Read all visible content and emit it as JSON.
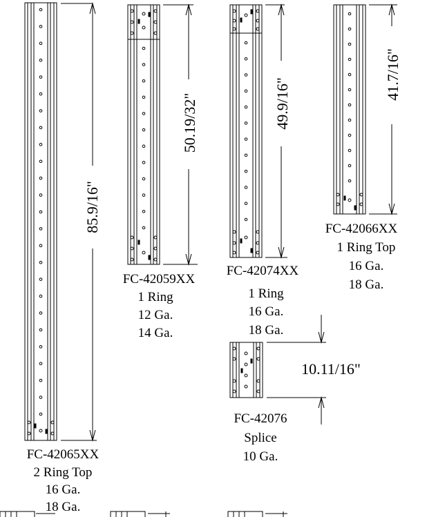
{
  "parts": [
    {
      "id": "fc-42065",
      "lines": [
        "FC-42065XX",
        "2 Ring Top",
        "16 Ga.",
        "18 Ga."
      ],
      "dimension": "85.9/16\""
    },
    {
      "id": "fc-42059",
      "lines": [
        "FC-42059XX",
        "1 Ring",
        "12 Ga.",
        "14 Ga."
      ],
      "dimension": "50.19/32\""
    },
    {
      "id": "fc-42074",
      "lines": [
        "FC-42074XX",
        "1 Ring",
        "16 Ga.",
        "18 Ga."
      ],
      "dimension": "49.9/16\""
    },
    {
      "id": "fc-42066",
      "lines": [
        "FC-42066XX",
        "1 Ring Top",
        "16 Ga.",
        "18 Ga."
      ],
      "dimension": "41.7/16\""
    },
    {
      "id": "fc-42076",
      "lines": [
        "FC-42076",
        "Splice",
        "10 Ga."
      ],
      "dimension": "10.11/16\""
    }
  ]
}
